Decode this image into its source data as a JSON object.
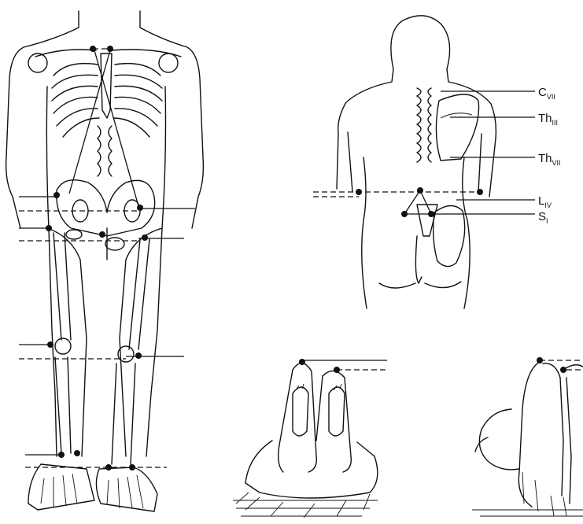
{
  "labels": {
    "c7": {
      "main": "C",
      "sub": "VII"
    },
    "th3": {
      "main": "Th",
      "sub": "III"
    },
    "th7": {
      "main": "Th",
      "sub": "VII"
    },
    "l4": {
      "main": "L",
      "sub": "IV"
    },
    "s1": {
      "main": "S",
      "sub": "I"
    }
  }
}
